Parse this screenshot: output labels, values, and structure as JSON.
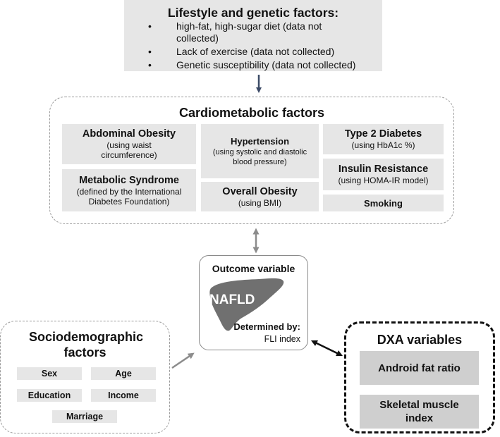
{
  "lifestyle": {
    "title": "Lifestyle and genetic factors:",
    "bullet": "•",
    "items": [
      "high-fat, high-sugar diet (data not collected)",
      "Lack of exercise (data not collected)",
      "Genetic susceptibility (data not collected)"
    ]
  },
  "cardio": {
    "title": "Cardiometabolic factors",
    "abdominal": {
      "name": "Abdominal Obesity",
      "detail": "(using waist circumference)"
    },
    "metabolic": {
      "name": "Metabolic Syndrome",
      "detail": "(defined by the International Diabetes Foundation)"
    },
    "hypertension": {
      "name": "Hypertension",
      "detail": "(using systolic and diastolic blood pressure)"
    },
    "overall": {
      "name": "Overall Obesity",
      "detail": "(using BMI)"
    },
    "diabetes": {
      "name": "Type 2 Diabetes",
      "detail": "(using HbA1c %)"
    },
    "insulin": {
      "name": "Insulin Resistance",
      "detail": "(using HOMA-IR model)"
    },
    "smoking": {
      "name": "Smoking"
    }
  },
  "outcome": {
    "title": "Outcome variable",
    "liver_label": "NAFLD",
    "determined_by": "Determined by:",
    "index": "FLI index"
  },
  "socio": {
    "title": "Sociodemographic factors",
    "items": {
      "sex": "Sex",
      "age": "Age",
      "education": "Education",
      "income": "Income",
      "marriage": "Marriage"
    }
  },
  "dxa": {
    "title": "DXA variables",
    "android": "Android fat ratio",
    "skeletal": "Skeletal muscle index"
  },
  "colors": {
    "box": "#e6e6e6",
    "dxa_box": "#cfcfcf",
    "liver": "#707070",
    "arrow_down": "#3b4a66",
    "arrow_gray": "#8c8c8c",
    "arrow_dark": "#111111"
  },
  "icons": [
    "liver-icon"
  ]
}
